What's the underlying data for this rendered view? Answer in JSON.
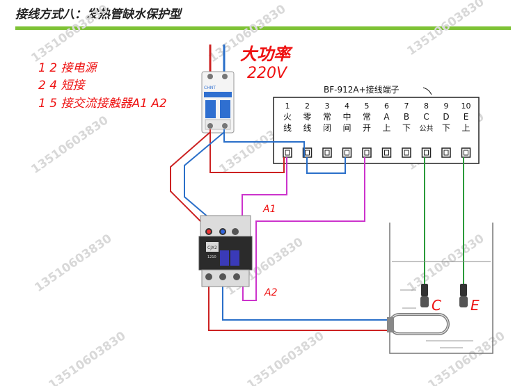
{
  "title": "接线方式八：发热管缺水保护型",
  "notes": [
    "1 2 接电源",
    "2 4 短接",
    "1 5 接交流接触器A1 A2"
  ],
  "power_label": "大功率",
  "voltage_label": "220V",
  "terminal_block_label": "BF-912A+接线端子",
  "terminals": [
    {
      "num": "1",
      "l1": "火",
      "l2": "线"
    },
    {
      "num": "2",
      "l1": "零",
      "l2": "线"
    },
    {
      "num": "3",
      "l1": "常",
      "l2": "闭"
    },
    {
      "num": "4",
      "l1": "中",
      "l2": "间"
    },
    {
      "num": "5",
      "l1": "常",
      "l2": "开"
    },
    {
      "num": "6",
      "l1": "A",
      "l2": "上"
    },
    {
      "num": "7",
      "l1": "B",
      "l2": "下"
    },
    {
      "num": "8",
      "l1": "C",
      "l2": "公共"
    },
    {
      "num": "9",
      "l1": "D",
      "l2": "下"
    },
    {
      "num": "10",
      "l1": "E",
      "l2": "上"
    }
  ],
  "coil_labels": {
    "a1": "A1",
    "a2": "A2"
  },
  "probe_labels": {
    "c": "C",
    "e": "E"
  },
  "contactor_text": {
    "model": "CJX2",
    "rating": "1210"
  },
  "breaker_text": {
    "brand": "CHNT"
  },
  "watermark": "13510603830",
  "colors": {
    "live": "#cc2222",
    "neutral": "#2a6fc9",
    "control": "#cc33cc",
    "probe": "#2a9a3a",
    "accent": "#7ec235",
    "breaker": "#2f6fd0"
  }
}
